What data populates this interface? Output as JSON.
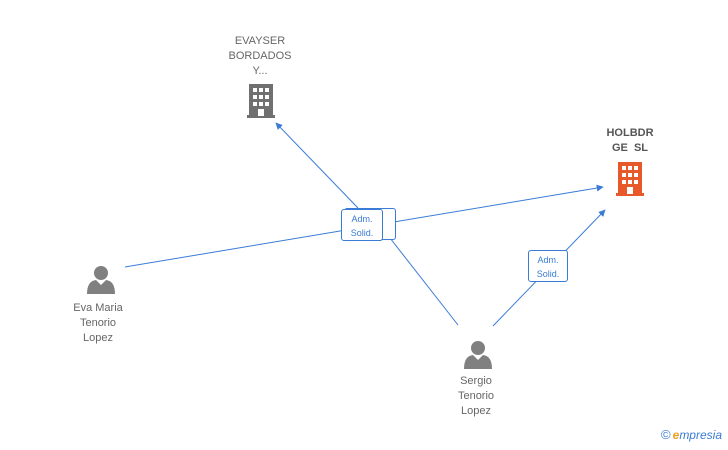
{
  "nodes": {
    "evayser": {
      "lines": [
        "EVAYSER",
        "BORDADOS",
        "Y..."
      ],
      "icon": "building-icon",
      "color": "#707070"
    },
    "holbdr": {
      "lines": [
        "HOLBDR",
        "GE  SL"
      ],
      "icon": "building-icon",
      "color": "#e8592a"
    },
    "eva": {
      "lines": [
        "Eva Maria",
        "Tenorio",
        "Lopez"
      ],
      "icon": "person-icon",
      "color": "#808080"
    },
    "sergio": {
      "lines": [
        "Sergio",
        "Tenorio",
        "Lopez"
      ],
      "icon": "person-icon",
      "color": "#808080"
    }
  },
  "roles": {
    "center": [
      "Adm.",
      "Solid."
    ],
    "right": [
      "Adm.",
      "Solid."
    ]
  },
  "edge_color": "#3a7bd5",
  "watermark": {
    "symbol": "©",
    "brand_initial": "e",
    "brand_rest": "mpresia"
  }
}
